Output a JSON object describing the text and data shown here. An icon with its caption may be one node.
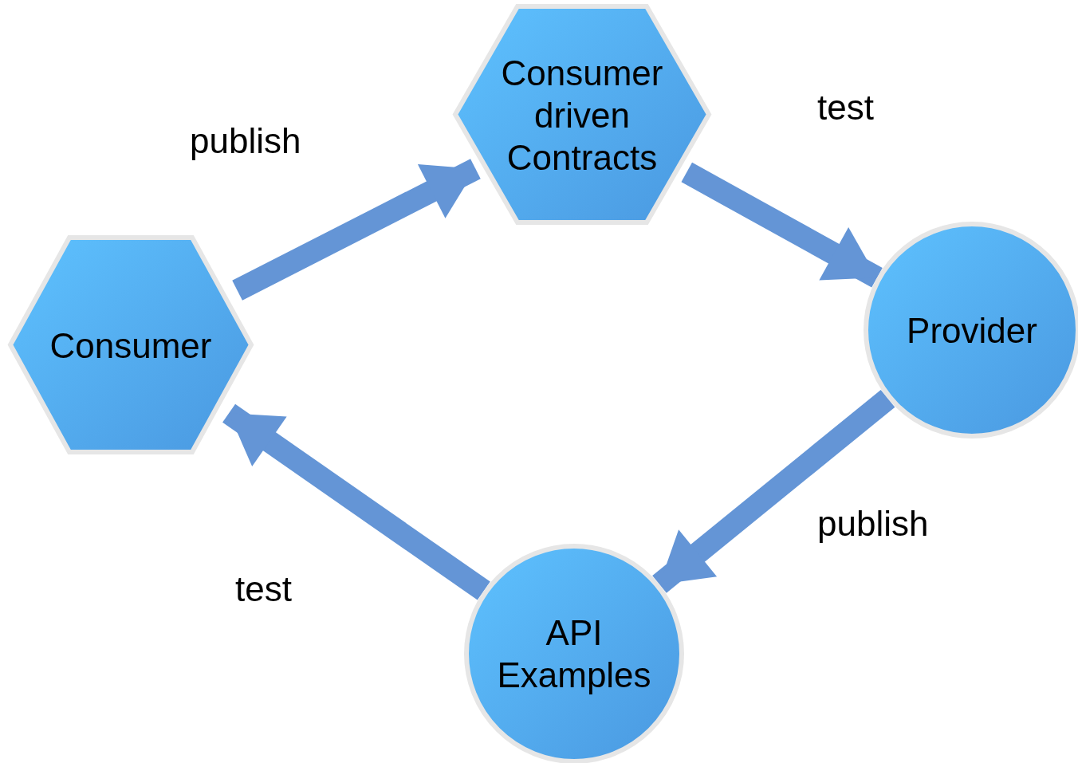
{
  "diagram": {
    "nodes": [
      {
        "text": [
          "Consumer"
        ]
      },
      {
        "text": [
          "Consumer driven Contracts"
        ]
      },
      {
        "text": [
          "Provider"
        ]
      },
      {
        "text": [
          "API Examples"
        ]
      }
    ],
    "edges": [
      {
        "from": 0,
        "to": 1,
        "arrow": "to",
        "label": "publish"
      },
      {
        "from": 1,
        "to": 2,
        "arrow": "to",
        "label": "test"
      },
      {
        "from": 2,
        "to": 3,
        "arrow": "to",
        "label": "publish"
      },
      {
        "from": 3,
        "to": 0,
        "arrow": "to",
        "label": "test"
      }
    ]
  }
}
